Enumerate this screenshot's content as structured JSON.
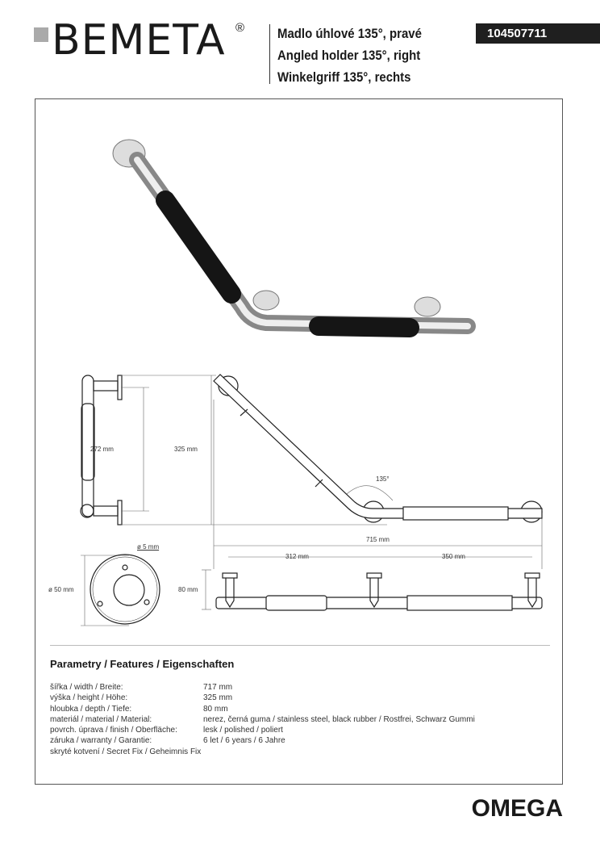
{
  "brand": {
    "name": "BEMETA",
    "registered": "®"
  },
  "header": {
    "titles": [
      "Madlo úhlové 135°, pravé",
      "Angled holder 135°, right",
      "Winkelgriff 135°, rechts"
    ],
    "product_code": "104507711"
  },
  "drawing": {
    "dims": {
      "fix_spacing": "272 mm",
      "height": "325 mm",
      "angle": "135°",
      "width": "715 mm",
      "span_left": "312 mm",
      "span_right": "350 mm",
      "depth": "80 mm",
      "rosette_diameter": "ø 50 mm",
      "hole_diameter": "ø 5 mm"
    }
  },
  "features": {
    "title": "Parametry / Features / Eigenschaften",
    "rows": [
      {
        "label": "šířka / width / Breite:",
        "value": "717 mm"
      },
      {
        "label": "výška / height / Höhe:",
        "value": "325 mm"
      },
      {
        "label": "hloubka / depth / Tiefe:",
        "value": "80 mm"
      },
      {
        "label": "materiál / material / Material:",
        "value": "nerez, černá guma / stainless steel, black rubber / Rostfrei, Schwarz Gummi"
      },
      {
        "label": "povrch. úprava / finish / Oberfläche:",
        "value": "lesk / polished / poliert"
      },
      {
        "label": "záruka / warranty / Garantie:",
        "value": "6 let / 6 years / 6 Jahre"
      },
      {
        "label": "skryté kotvení / Secret Fix / Geheimnis Fix",
        "value": ""
      }
    ]
  },
  "series": "OMEGA"
}
